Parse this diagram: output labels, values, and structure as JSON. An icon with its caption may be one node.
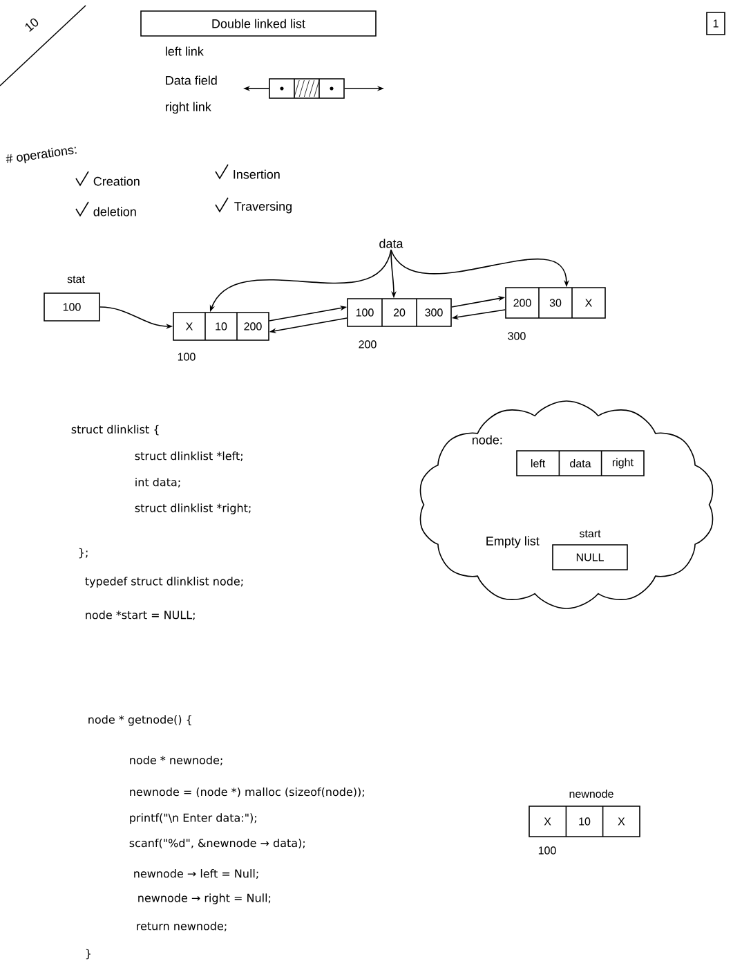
{
  "diagram": {
    "nodes": [
      {
        "text": [
          "Double linked list"
        ]
      },
      {
        "text": [
          "1"
        ]
      },
      {
        "text": [],
        "shape": "box"
      },
      {
        "text": [
          "data"
        ]
      },
      {
        "text": [
          "100"
        ],
        "beside": [
          "stat"
        ]
      },
      {
        "text": [
          "X",
          "10",
          "200"
        ],
        "beside": [
          "100"
        ]
      },
      {
        "text": [
          "100",
          "20",
          "300"
        ],
        "beside": [
          "200"
        ]
      },
      {
        "text": [
          "200",
          "30",
          "X"
        ],
        "beside": [
          "300"
        ]
      },
      {
        "text": [
          "node:",
          "Empty list"
        ]
      },
      {
        "text": [
          "left",
          "data",
          "right"
        ],
        "in": 8
      },
      {
        "text": [
          "NULL"
        ],
        "beside": [
          "start"
        ],
        "in": 8
      },
      {
        "text": [
          "X",
          "10",
          "X"
        ],
        "beside": [
          "newnode",
          "100"
        ]
      }
    ],
    "edges": [
      {
        "from": 2,
        "to": null,
        "arrow": "to"
      },
      {
        "from": 2,
        "to": null,
        "arrow": "to"
      },
      {
        "from": 4,
        "to": 5,
        "arrow": "to"
      },
      {
        "from": 5,
        "to": 6,
        "arrow": "to"
      },
      {
        "from": 6,
        "to": 5,
        "arrow": "to"
      },
      {
        "from": 6,
        "to": 7,
        "arrow": "to"
      },
      {
        "from": 7,
        "to": 6,
        "arrow": "to"
      },
      {
        "from": 3,
        "to": 5,
        "arrow": "to"
      },
      {
        "from": 3,
        "to": 6,
        "arrow": "to"
      },
      {
        "from": 3,
        "to": 7,
        "arrow": "to"
      }
    ],
    "labels": [
      "10",
      "left link",
      "Data field",
      "right link",
      "# operations:",
      "Creation",
      "Insertion",
      "deletion",
      "Traversing",
      "struct dlinklist {",
      "struct dlinklist *left;",
      "int data;",
      "struct dlinklist *right;",
      "};",
      "typedef struct dlinklist node;",
      "node *start = NULL;",
      "node * getnode() {",
      "node * newnode;",
      "newnode = (node *) malloc (sizeof(node));",
      "printf(\"\\n Enter data:\");",
      "scanf(\"%d\", &newnode → data);",
      "newnode → left = Null;",
      "newnode → right = Null;",
      "return newnode;",
      "}"
    ]
  }
}
